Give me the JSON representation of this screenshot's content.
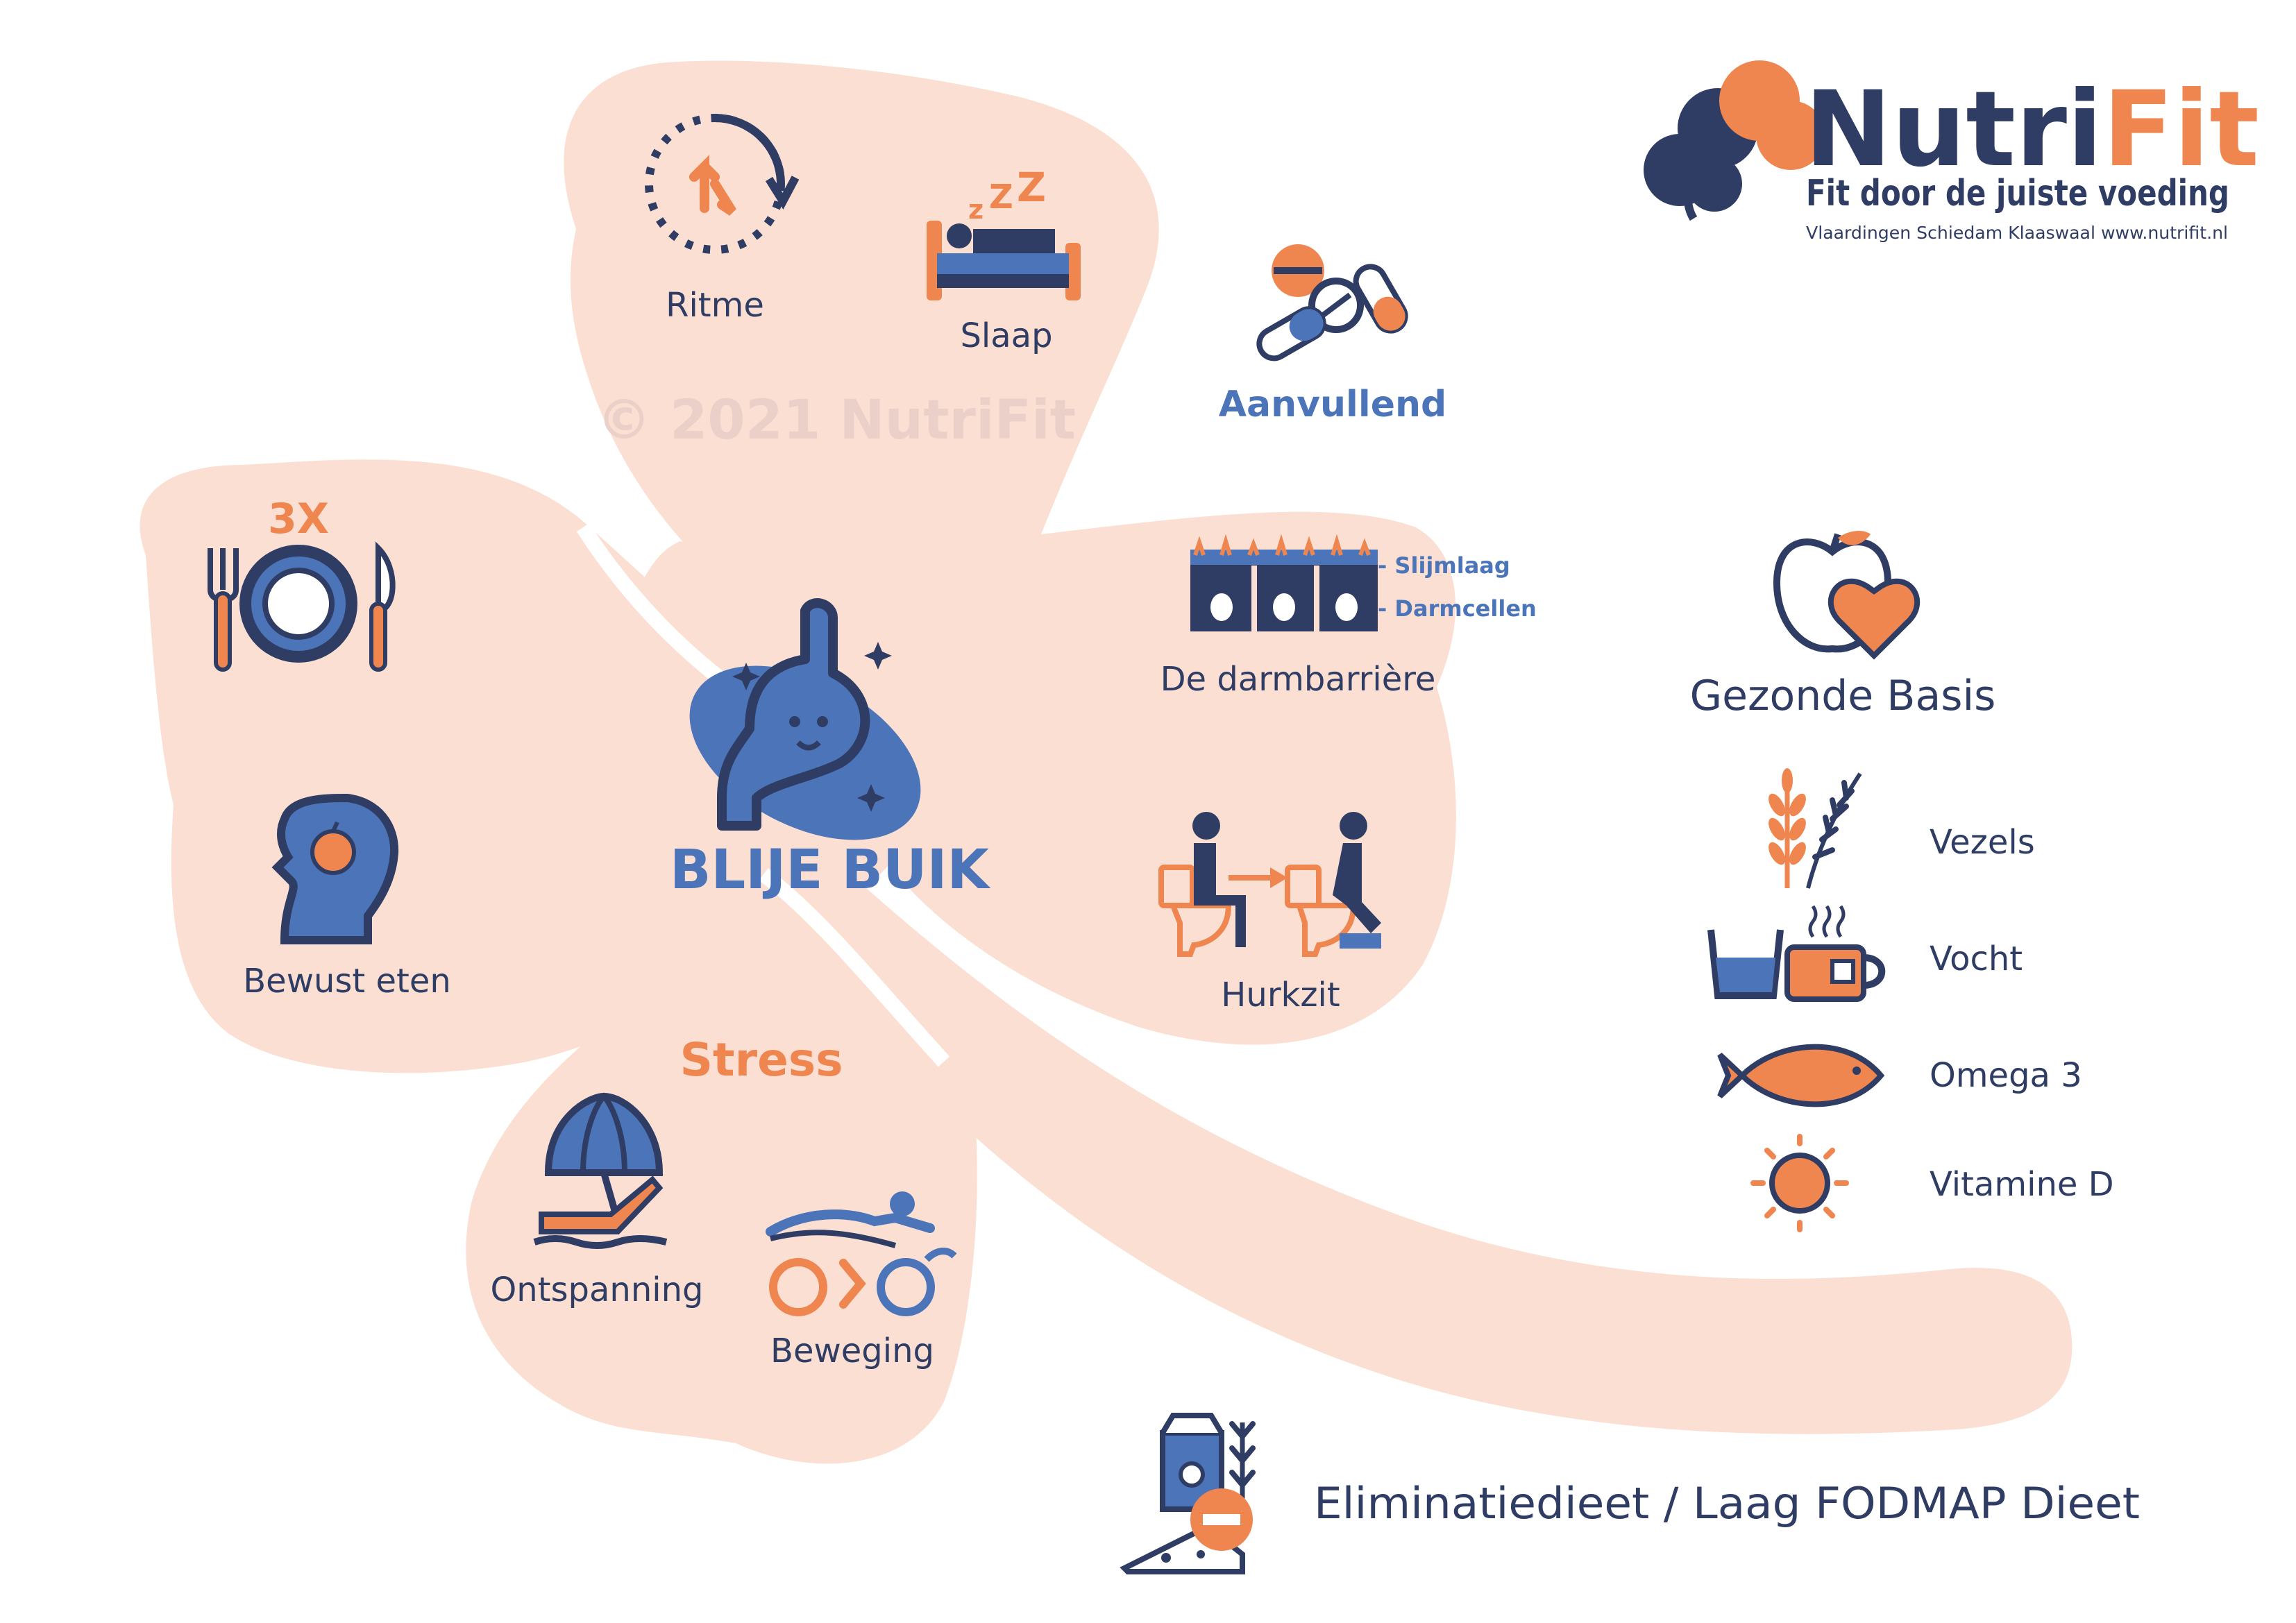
{
  "brand": {
    "name_part1": "Nutri",
    "name_part2": "Fit",
    "tagline": "Fit door de juiste voeding",
    "locations": "Vlaardingen Schiedam Klaaswaal www.nutrifit.nl"
  },
  "watermark": "© 2021 NutriFit",
  "center_label": "BLIJE BUIK",
  "leaf_top": {
    "ritme": "Ritme",
    "slaap": "Slaap"
  },
  "aanvullend": "Aanvullend",
  "leaf_right": {
    "slijmlaag": "- Slijmlaag",
    "darmcellen": "- Darmcellen",
    "darmbarriere": "De darmbarrière",
    "hurkzit": "Hurkzit"
  },
  "leaf_left": {
    "meals_count": "3X",
    "bewust_eten": "Bewust eten"
  },
  "leaf_bottom": {
    "stress": "Stress",
    "ontspanning": "Ontspanning",
    "beweging": "Beweging"
  },
  "gezonde_basis": {
    "title": "Gezonde Basis",
    "items": [
      {
        "label": "Vezels",
        "icon": "wheat-icon"
      },
      {
        "label": "Vocht",
        "icon": "glass-and-tea-icon"
      },
      {
        "label": "Omega 3",
        "icon": "fish-icon"
      },
      {
        "label": "Vitamine D",
        "icon": "sun-icon"
      }
    ]
  },
  "elimination": "Eliminatiedieet / Laag FODMAP Dieet",
  "colors": {
    "navy": "#2f3c64",
    "blue": "#4c74b9",
    "orange": "#ef8650",
    "peach": "#fbdfd2",
    "watermark": "#ead0c8"
  }
}
